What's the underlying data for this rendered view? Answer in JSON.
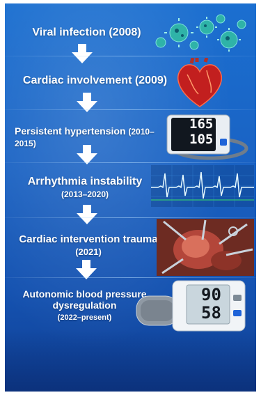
{
  "steps": [
    {
      "title": "Viral infection (2008)",
      "years": ""
    },
    {
      "title": "Cardiac involvement (2009)",
      "years": ""
    },
    {
      "title": "Persistent hypertension",
      "years": "(2010–2015)"
    },
    {
      "title": "Arrhythmia instability",
      "years": "(2013–2020)"
    },
    {
      "title": "Cardiac intervention trauma",
      "years": "(2021)"
    },
    {
      "title": "Autonomic blood pressure dysregulation",
      "years": "(2022–present)"
    }
  ],
  "monitor_1": {
    "sys": "165",
    "dia": "105"
  },
  "monitor_2": {
    "sys": "90",
    "dia": "58"
  },
  "icons": [
    "virus-icon",
    "heart-icon",
    "blood-pressure-monitor-icon",
    "ecg-waveform-icon",
    "surgery-image",
    "blood-pressure-cuff-icon"
  ],
  "colors": {
    "background": "#1a63c4",
    "text": "#ffffff",
    "arrow": "#ffffff"
  }
}
